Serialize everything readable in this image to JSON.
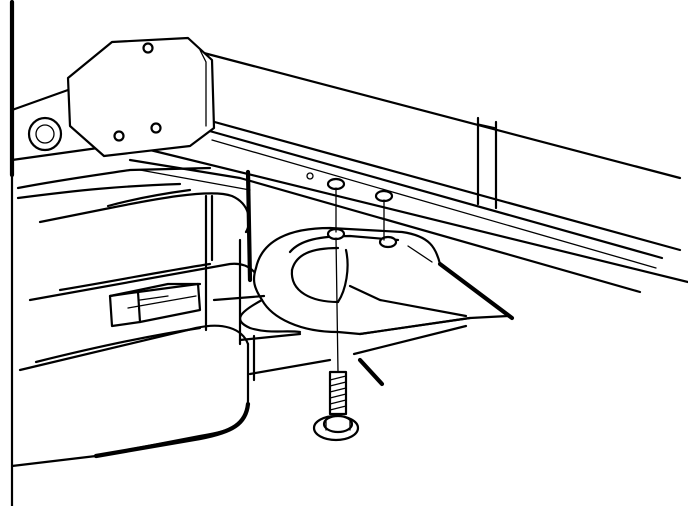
{
  "figure": {
    "background": "#ffffff",
    "ink": "#000000",
    "parts": [
      "frame-crossmember",
      "mounting-bracket",
      "bolt-holes",
      "bolt",
      "frame-rails"
    ]
  }
}
